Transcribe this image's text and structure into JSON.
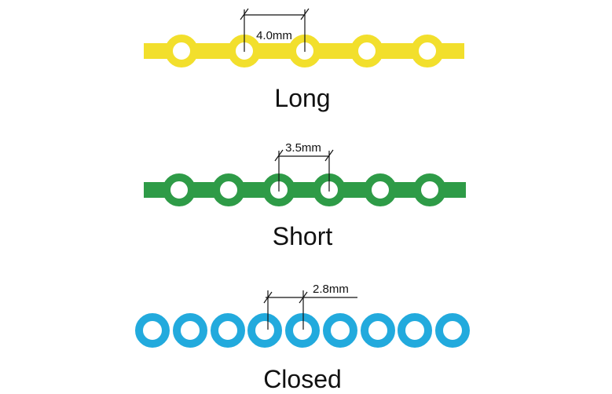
{
  "chains": [
    {
      "label": "Long",
      "spacing_label": "4.0mm",
      "color": "#f2df2c",
      "ring_count": 5,
      "style": "connected"
    },
    {
      "label": "Short",
      "spacing_label": "3.5mm",
      "color": "#2e9b47",
      "ring_count": 6,
      "style": "connected"
    },
    {
      "label": "Closed",
      "spacing_label": "2.8mm",
      "color": "#22aadd",
      "ring_count": 9,
      "style": "touching"
    }
  ]
}
